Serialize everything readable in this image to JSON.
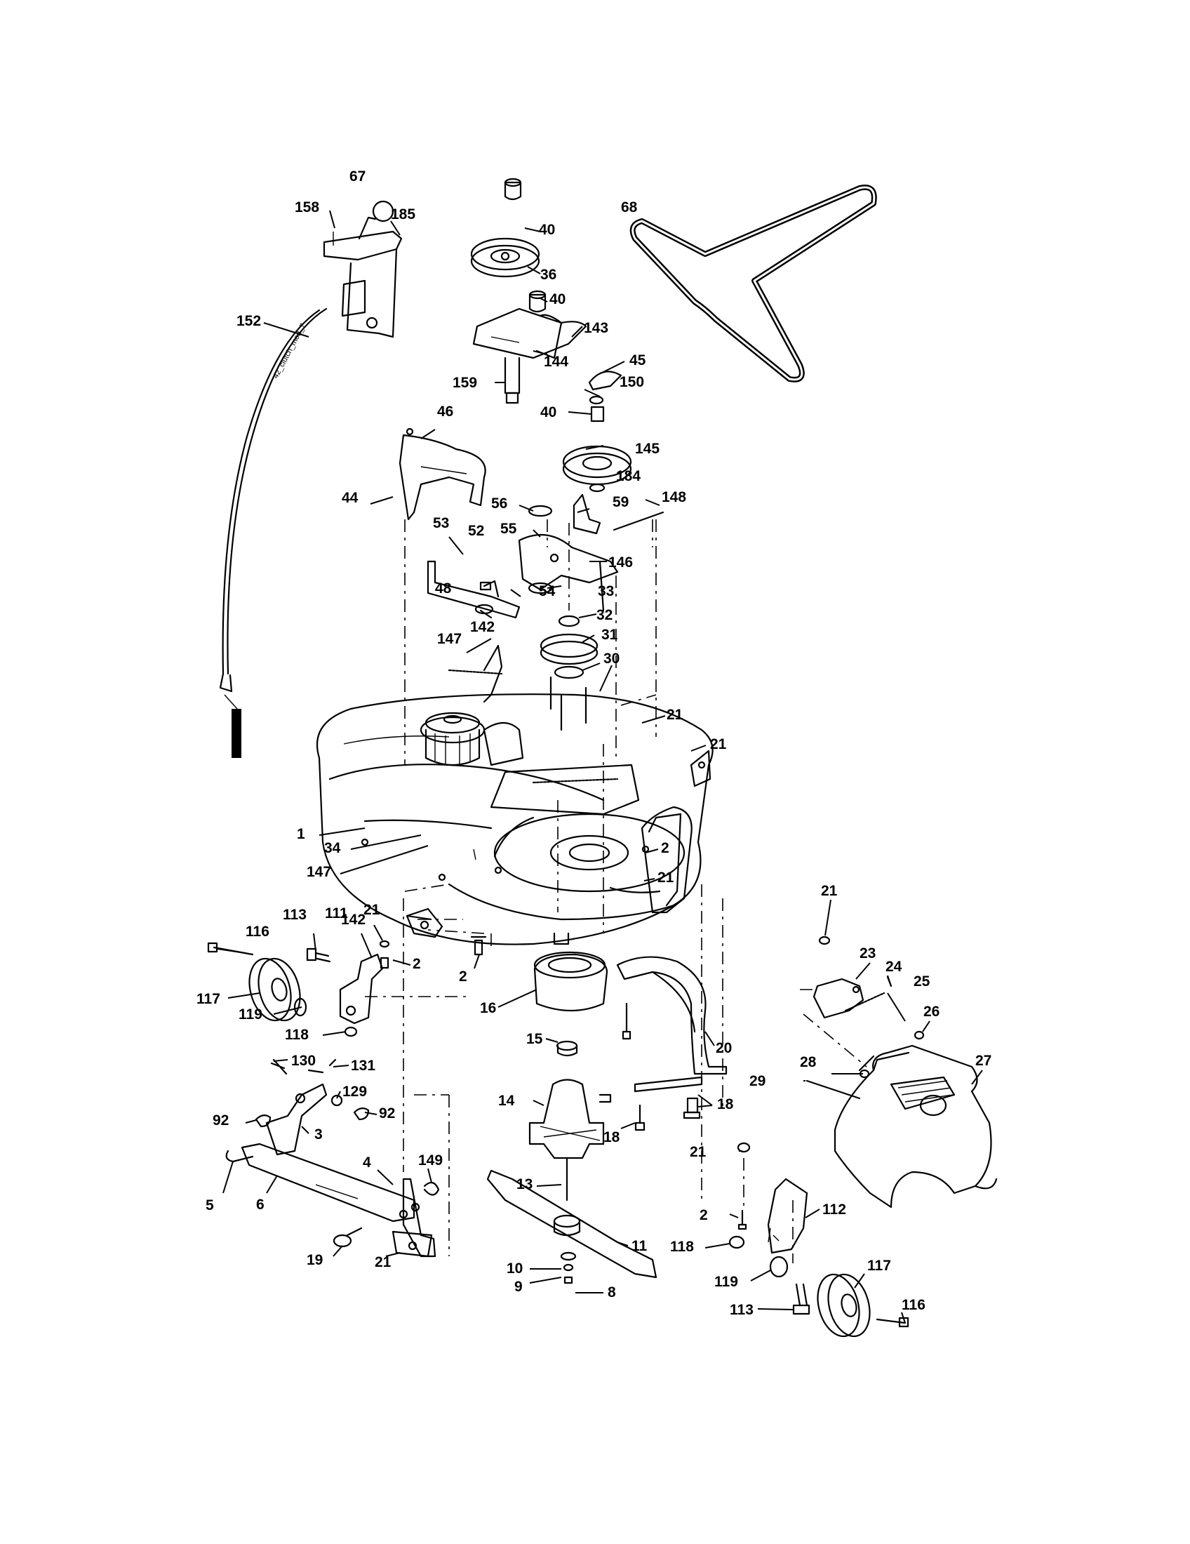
{
  "cable_text": "42_clutch_mod_7",
  "callouts": [
    {
      "id": "c-67",
      "text": "67"
    },
    {
      "id": "c-158",
      "text": "158"
    },
    {
      "id": "c-185",
      "text": "185"
    },
    {
      "id": "c-152",
      "text": "152"
    },
    {
      "id": "c-40a",
      "text": "40"
    },
    {
      "id": "c-36",
      "text": "36"
    },
    {
      "id": "c-40b",
      "text": "40"
    },
    {
      "id": "c-143",
      "text": "143"
    },
    {
      "id": "c-144",
      "text": "144"
    },
    {
      "id": "c-159",
      "text": "159"
    },
    {
      "id": "c-68",
      "text": "68"
    },
    {
      "id": "c-45",
      "text": "45"
    },
    {
      "id": "c-150",
      "text": "150"
    },
    {
      "id": "c-40c",
      "text": "40"
    },
    {
      "id": "c-145",
      "text": "145"
    },
    {
      "id": "c-184",
      "text": "184"
    },
    {
      "id": "c-46",
      "text": "46"
    },
    {
      "id": "c-44",
      "text": "44"
    },
    {
      "id": "c-56",
      "text": "56"
    },
    {
      "id": "c-59",
      "text": "59"
    },
    {
      "id": "c-148",
      "text": "148"
    },
    {
      "id": "c-55",
      "text": "55"
    },
    {
      "id": "c-53",
      "text": "53"
    },
    {
      "id": "c-52",
      "text": "52"
    },
    {
      "id": "c-146",
      "text": "146"
    },
    {
      "id": "c-54",
      "text": "54"
    },
    {
      "id": "c-33",
      "text": "33"
    },
    {
      "id": "c-48",
      "text": "48"
    },
    {
      "id": "c-32",
      "text": "32"
    },
    {
      "id": "c-31",
      "text": "31"
    },
    {
      "id": "c-147a",
      "text": "147"
    },
    {
      "id": "c-142a",
      "text": "142"
    },
    {
      "id": "c-30",
      "text": "30"
    },
    {
      "id": "c-21a",
      "text": "21"
    },
    {
      "id": "c-21b",
      "text": "21"
    },
    {
      "id": "c-1",
      "text": "1"
    },
    {
      "id": "c-34",
      "text": "34"
    },
    {
      "id": "c-147b",
      "text": "147"
    },
    {
      "id": "c-2a",
      "text": "2"
    },
    {
      "id": "c-21c",
      "text": "21"
    },
    {
      "id": "c-21d",
      "text": "21"
    },
    {
      "id": "c-142b",
      "text": "142"
    },
    {
      "id": "c-116a",
      "text": "116"
    },
    {
      "id": "c-113a",
      "text": "113"
    },
    {
      "id": "c-111",
      "text": "111"
    },
    {
      "id": "c-2b",
      "text": "2"
    },
    {
      "id": "c-2c",
      "text": "2"
    },
    {
      "id": "c-117a",
      "text": "117"
    },
    {
      "id": "c-119a",
      "text": "119"
    },
    {
      "id": "c-118a",
      "text": "118"
    },
    {
      "id": "c-16",
      "text": "16"
    },
    {
      "id": "c-15",
      "text": "15"
    },
    {
      "id": "c-20",
      "text": "20"
    },
    {
      "id": "c-130",
      "text": "130"
    },
    {
      "id": "c-131",
      "text": "131"
    },
    {
      "id": "c-129",
      "text": "129"
    },
    {
      "id": "c-92a",
      "text": "92"
    },
    {
      "id": "c-92b",
      "text": "92"
    },
    {
      "id": "c-3",
      "text": "3"
    },
    {
      "id": "c-14",
      "text": "14"
    },
    {
      "id": "c-18a",
      "text": "18"
    },
    {
      "id": "c-18b",
      "text": "18"
    },
    {
      "id": "c-4",
      "text": "4"
    },
    {
      "id": "c-149",
      "text": "149"
    },
    {
      "id": "c-5",
      "text": "5"
    },
    {
      "id": "c-6",
      "text": "6"
    },
    {
      "id": "c-13",
      "text": "13"
    },
    {
      "id": "c-21e",
      "text": "21"
    },
    {
      "id": "c-19",
      "text": "19"
    },
    {
      "id": "c-21f",
      "text": "21"
    },
    {
      "id": "c-11",
      "text": "11"
    },
    {
      "id": "c-10",
      "text": "10"
    },
    {
      "id": "c-9",
      "text": "9"
    },
    {
      "id": "c-8",
      "text": "8"
    },
    {
      "id": "c-21g",
      "text": "21"
    },
    {
      "id": "c-23",
      "text": "23"
    },
    {
      "id": "c-24",
      "text": "24"
    },
    {
      "id": "c-25",
      "text": "25"
    },
    {
      "id": "c-26",
      "text": "26"
    },
    {
      "id": "c-27",
      "text": "27"
    },
    {
      "id": "c-28",
      "text": "28"
    },
    {
      "id": "c-29",
      "text": "29"
    },
    {
      "id": "c-112",
      "text": "112"
    },
    {
      "id": "c-2d",
      "text": "2"
    },
    {
      "id": "c-118b",
      "text": "118"
    },
    {
      "id": "c-119b",
      "text": "119"
    },
    {
      "id": "c-117b",
      "text": "117"
    },
    {
      "id": "c-113b",
      "text": "113"
    },
    {
      "id": "c-116b",
      "text": "116"
    }
  ]
}
